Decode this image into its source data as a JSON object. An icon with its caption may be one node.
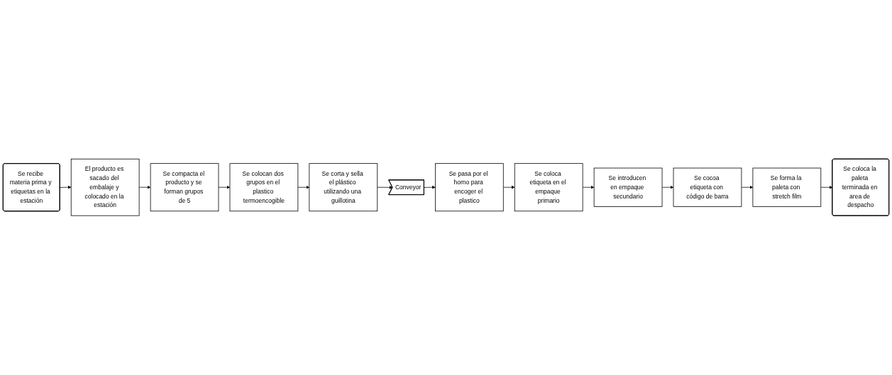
{
  "diagram": {
    "nodes": [
      {
        "text": [
          "Se recibe materia prima y etiquetas en la estación"
        ]
      },
      {
        "text": [
          "El producto es sacado del embalaje y colocado en la estación"
        ]
      },
      {
        "text": [
          "Se compacta el producto y se forman grupos de 5"
        ]
      },
      {
        "text": [
          "Se colocan dos grupos en el plastico termoencogible"
        ]
      },
      {
        "text": [
          "Se corta y sella el plástico utilizando una guillotina"
        ]
      },
      {
        "text": [
          "Conveyor"
        ]
      },
      {
        "text": [
          "Se pasa por el horno para encoger el plastico"
        ]
      },
      {
        "text": [
          "Se coloca etiqueta en el empaque primario"
        ]
      },
      {
        "text": [
          "Se introducen en empaque secundario"
        ]
      },
      {
        "text": [
          "Se cocoa etiqueta con código de barra"
        ]
      },
      {
        "text": [
          "Se forma la paleta con stretch film"
        ]
      },
      {
        "text": [
          "Se coloca la paleta terminada en area de despacho"
        ]
      }
    ],
    "edges": [
      {
        "from": 0,
        "to": 1,
        "arrow": "to"
      },
      {
        "from": 1,
        "to": 2,
        "arrow": "to"
      },
      {
        "from": 2,
        "to": 3,
        "arrow": "to"
      },
      {
        "from": 3,
        "to": 4,
        "arrow": "to"
      },
      {
        "from": 4,
        "to": 5,
        "arrow": "to"
      },
      {
        "from": 5,
        "to": 6,
        "arrow": "to"
      },
      {
        "from": 6,
        "to": 7,
        "arrow": "to"
      },
      {
        "from": 7,
        "to": 8,
        "arrow": "to"
      },
      {
        "from": 8,
        "to": 9,
        "arrow": "to"
      },
      {
        "from": 9,
        "to": 10,
        "arrow": "to"
      },
      {
        "from": 10,
        "to": 11,
        "arrow": "to"
      }
    ]
  }
}
